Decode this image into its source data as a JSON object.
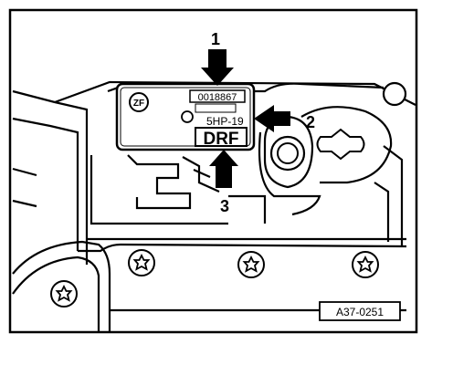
{
  "callouts": [
    {
      "number": "1"
    },
    {
      "number": "2"
    },
    {
      "number": "3"
    }
  ],
  "plate": {
    "logo": "ZF",
    "serial": "0018867",
    "type_code": "5HP-19",
    "code_letters": "DRF"
  },
  "reference": "A37-0251",
  "colors": {
    "ink": "#000000",
    "paper": "#ffffff"
  }
}
